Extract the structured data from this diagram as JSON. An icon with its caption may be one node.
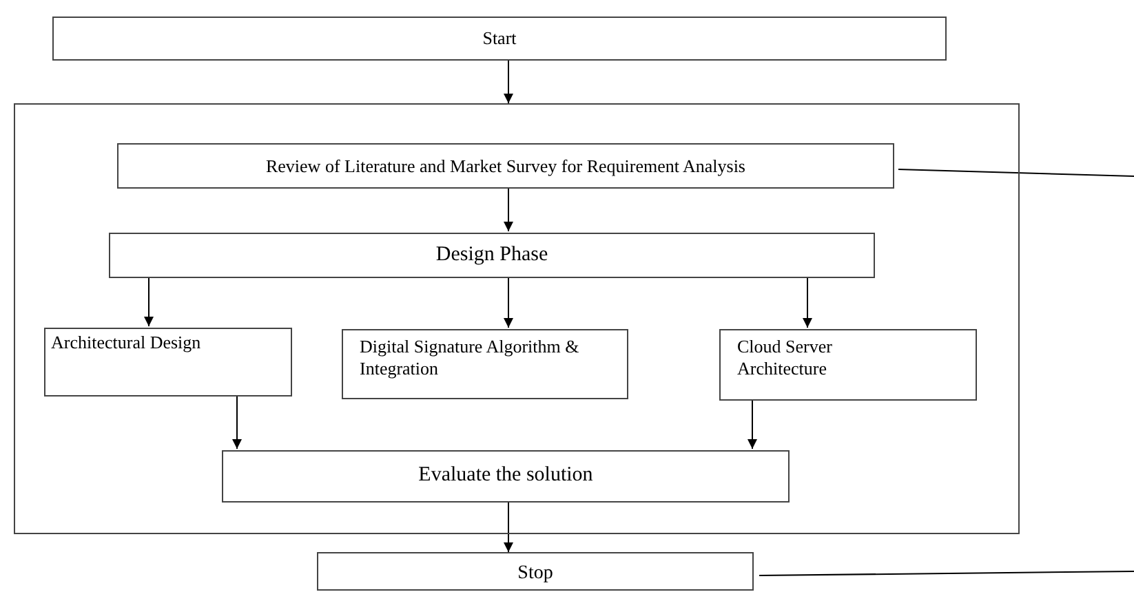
{
  "diagram": {
    "nodes": [
      {
        "text": [
          "Start"
        ]
      },
      {
        "text": [],
        "shape": "box"
      },
      {
        "text": [
          "Review of Literature and Market Survey for Requirement Analysis"
        ],
        "in": 1
      },
      {
        "text": [
          "Design Phase"
        ],
        "in": 1
      },
      {
        "text": [
          "Architectural Design"
        ],
        "in": 1
      },
      {
        "text": [
          "Digital Signature Algorithm & Integration"
        ],
        "in": 1
      },
      {
        "text": [
          "Cloud Server Architecture"
        ],
        "in": 1
      },
      {
        "text": [
          "Evaluate the solution"
        ],
        "in": 1
      },
      {
        "text": [
          "Stop"
        ]
      }
    ],
    "edges": [
      {
        "from": 0,
        "to": 1,
        "arrow": "to"
      },
      {
        "from": 2,
        "to": 3,
        "arrow": "to"
      },
      {
        "from": 3,
        "to": 4,
        "arrow": "to"
      },
      {
        "from": 3,
        "to": 5,
        "arrow": "to"
      },
      {
        "from": 3,
        "to": 6,
        "arrow": "to"
      },
      {
        "from": 4,
        "to": 7,
        "arrow": "to"
      },
      {
        "from": 6,
        "to": 7,
        "arrow": "to"
      },
      {
        "from": 7,
        "to": 8,
        "arrow": "to"
      },
      {
        "from": 2,
        "to": null,
        "arrow": "none"
      },
      {
        "from": 8,
        "to": null,
        "arrow": "none"
      }
    ]
  }
}
